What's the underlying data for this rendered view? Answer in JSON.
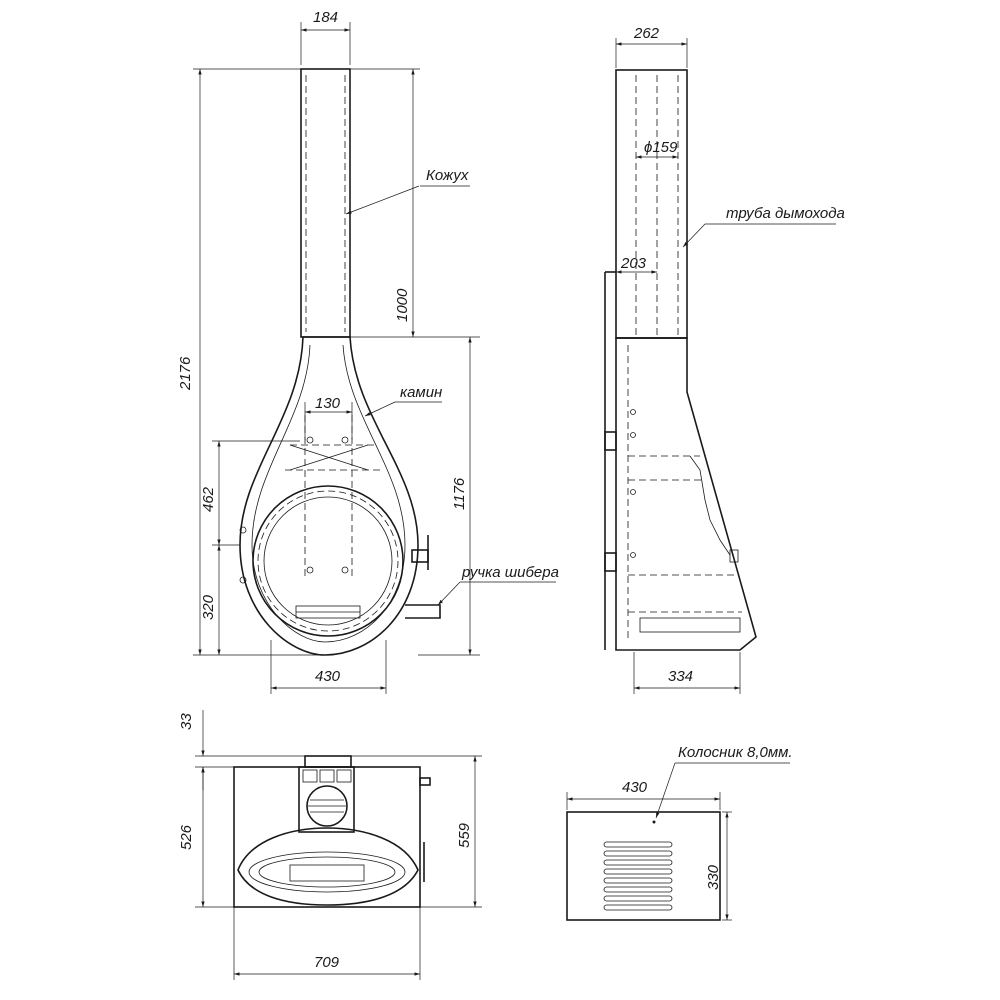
{
  "labels": {
    "kozhukh": "Кожух",
    "kamin": "камин",
    "ruchka_shibera": "ручка шибера",
    "truba_dymohoda": "труба дымохода",
    "kolosnik": "Колосник 8,0мм."
  },
  "dims": {
    "front_flue_width": "184",
    "front_total_height": "2176",
    "front_casing_height": "1000",
    "front_body_height": "1176",
    "front_opening_height": "462",
    "front_floor_height": "320",
    "front_inner_width": "130",
    "front_base_width": "430",
    "side_top_width": "262",
    "side_pipe_diameter": "ϕ159",
    "side_pipe_offset": "203",
    "side_base_width": "334",
    "plan_top_offset": "33",
    "plan_depth_a": "526",
    "plan_depth_b": "559",
    "plan_width": "709",
    "grate_width": "430",
    "grate_height": "330"
  }
}
